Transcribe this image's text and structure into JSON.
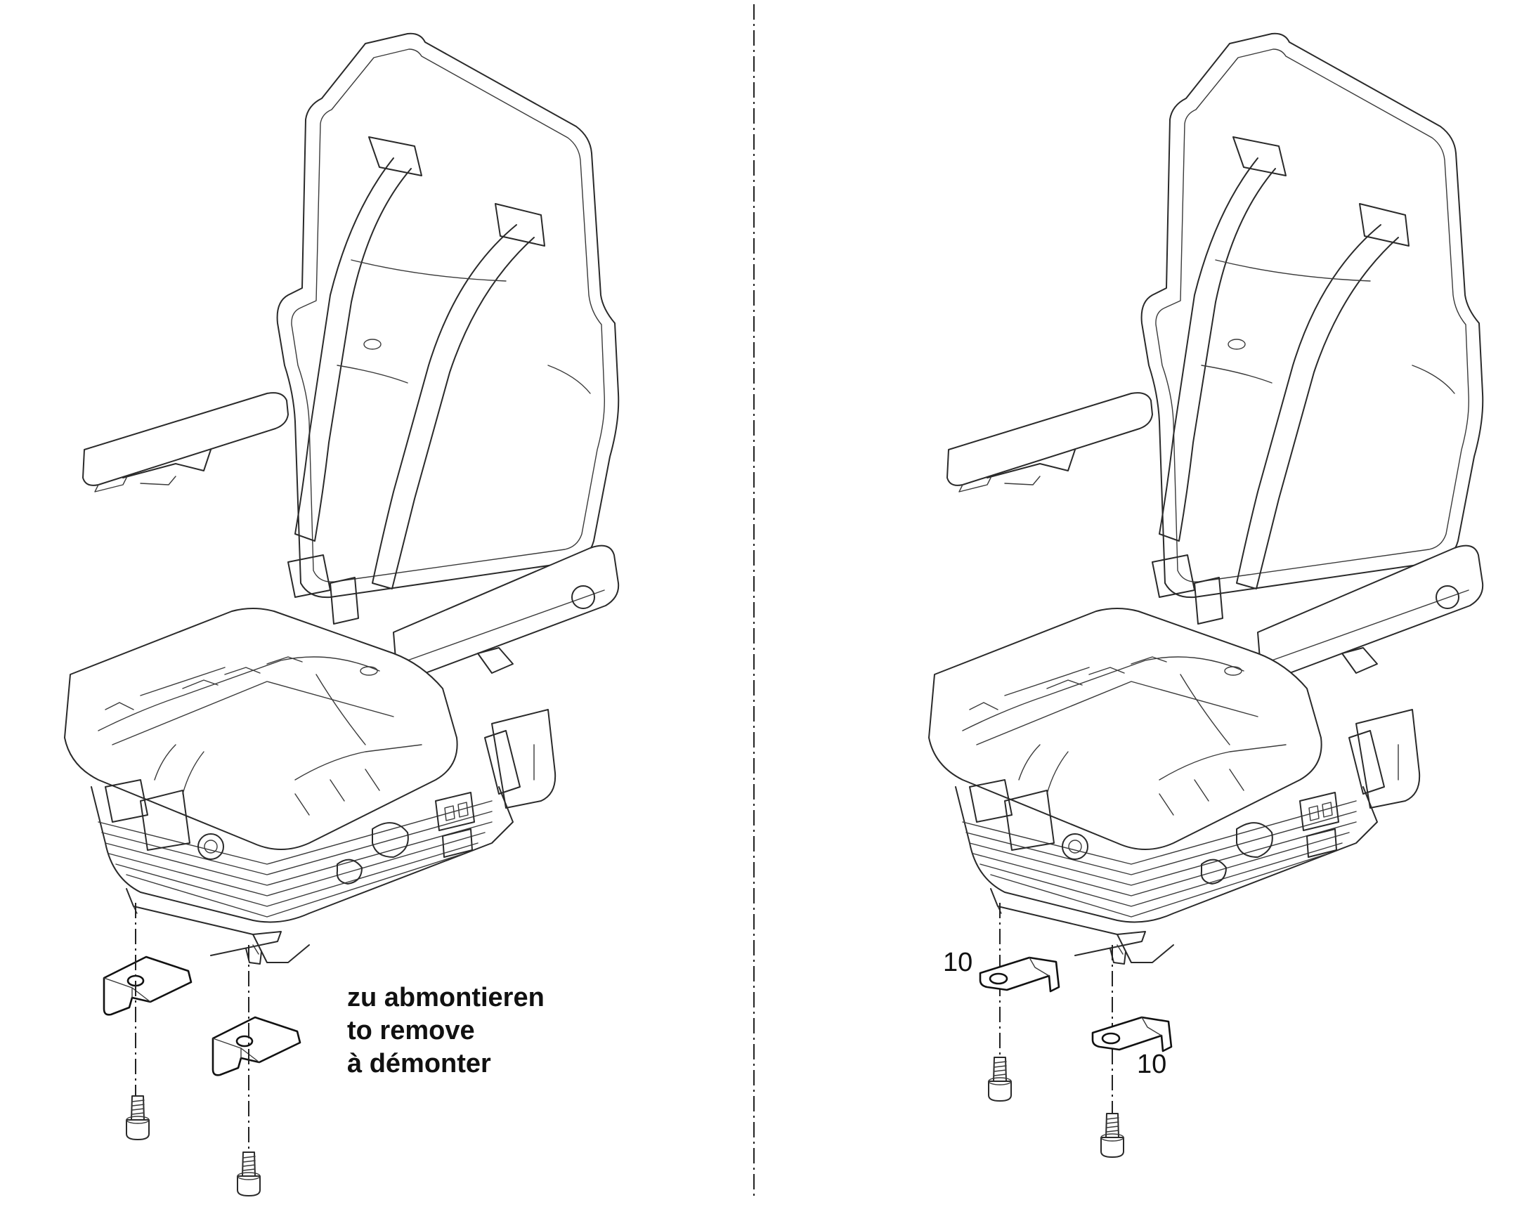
{
  "panels": [
    {
      "id": "left",
      "note_lines": [
        "zu abmontieren",
        "to remove",
        "à démonter"
      ],
      "callouts": []
    },
    {
      "id": "right",
      "note_lines": [],
      "callouts": [
        "10",
        "10"
      ]
    }
  ],
  "icons": [
    "seat-icon",
    "bracket-icon",
    "screw-icon"
  ]
}
